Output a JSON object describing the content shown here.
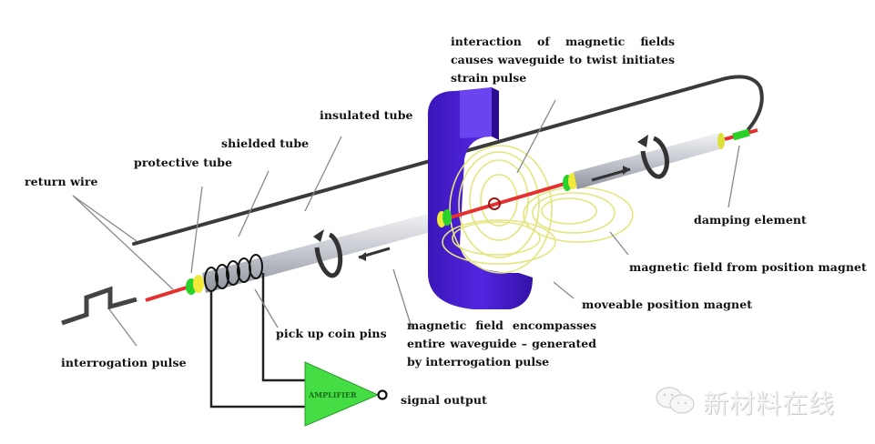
{
  "diagram": {
    "title": "Magnetostrictive position sensor principle",
    "labels": {
      "interaction_line1": "interaction of magnetic fields",
      "interaction_line2": "causes waveguide to twist initiates",
      "interaction_line3": "strain pulse",
      "insulated_tube": "insulated tube",
      "shielded_tube": "shielded tube",
      "protective_tube": "protective tube",
      "return_wire": "return wire",
      "damping_element": "damping element",
      "magnetic_field_from_magnet": "magnetic field from position magnet",
      "moveable_magnet": "moveable position magnet",
      "field_encompasses_line1": "magnetic field encompasses",
      "field_encompasses_line2": "entire waveguide – generated",
      "field_encompasses_line3": "by interrogation pulse",
      "pick_up_coin_pins": "pick up coin pins",
      "interrogation_pulse": "interrogation pulse",
      "signal_output": "signal output",
      "amplifier": "AMPLIFIER"
    },
    "watermark": "新材料在线",
    "colors": {
      "magnet": "#4a1fd0",
      "magnet_dark": "#2e1299",
      "tube": "#c8cbd2",
      "waveguide": "#e53030",
      "field_lines": "#e8eb8a",
      "amplifier": "#44dd44",
      "shield_green": "#2ad12a",
      "insulation_yellow": "#f2ea3a",
      "wire": "#333333",
      "leader": "#888888"
    }
  }
}
